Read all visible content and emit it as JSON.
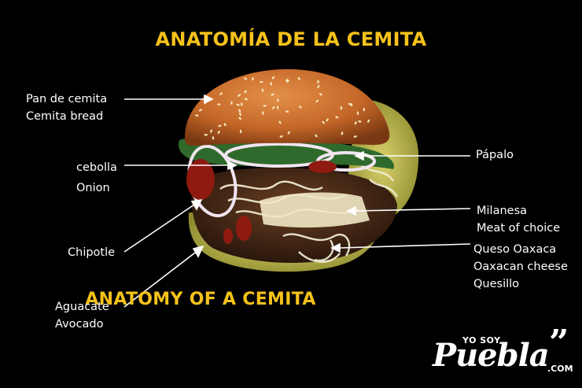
{
  "titles": {
    "spanish": "ANATOMÍA DE LA CEMITA",
    "english": "ANATOMY OF A CEMITA"
  },
  "labels": {
    "pan": [
      "Pan de cemita",
      "Cemita bread"
    ],
    "cebolla": [
      "cebolla",
      "Onion"
    ],
    "chipotle": [
      "Chipotle"
    ],
    "aguacate": [
      "Aguacate",
      "Avocado"
    ],
    "papalo": [
      "Pápalo"
    ],
    "milanesa": [
      "Milanesa",
      "Meat of choice"
    ],
    "queso": [
      "Queso Oaxaca",
      "Oaxacan cheese",
      "Quesillo"
    ]
  },
  "logo": {
    "top": "YO SOY",
    "word": "Puebla",
    "suffix": ".COM",
    "quote": "”"
  },
  "colors": {
    "background": "#000000",
    "title": "#f6c21b",
    "label": "#ffffff",
    "bun": "#c76a2b",
    "bun_dark": "#8a3f15",
    "avocado": "#b8b04e",
    "lettuce": "#2f6a2c",
    "onion": "#f1e4ef",
    "meat": "#4a2a18",
    "cheese": "#f3f0d8",
    "chipotle": "#9b1a10"
  }
}
